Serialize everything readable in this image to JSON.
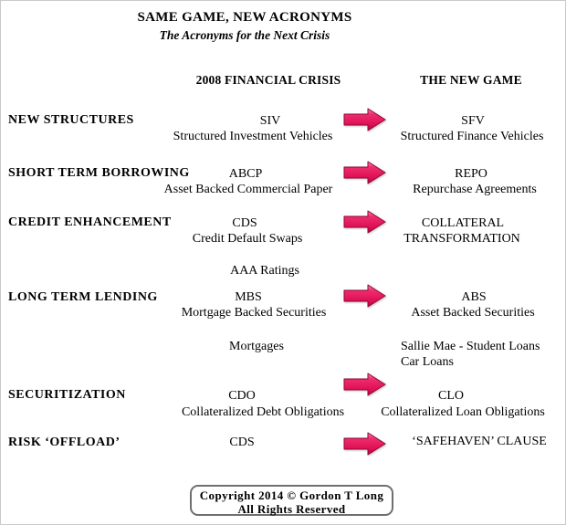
{
  "page": {
    "title": "SAME GAME, NEW ACRONYMS",
    "subtitle": "The Acronyms for the Next Crisis"
  },
  "columns": {
    "old": "2008 FINANCIAL CRISIS",
    "new": "THE NEW GAME"
  },
  "rows": [
    {
      "category": "NEW STRUCTURES",
      "old_acronym": "SIV",
      "old_full": "Structured Investment Vehicles",
      "new_acronym": "SFV",
      "new_full": "Structured Finance Vehicles"
    },
    {
      "category": "SHORT TERM BORROWING",
      "old_acronym": "ABCP",
      "old_full": "Asset Backed Commercial Paper",
      "new_acronym": "REPO",
      "new_full": "Repurchase Agreements"
    },
    {
      "category": "CREDIT ENHANCEMENT",
      "old_acronym": "CDS",
      "old_full": "Credit Default Swaps",
      "new_acronym": "COLLATERAL",
      "new_full": "TRANSFORMATION"
    },
    {
      "category": "LONG TERM LENDING",
      "old_acronym": "MBS",
      "old_full": "Mortgage Backed Securities",
      "new_acronym": "ABS",
      "new_full": "Asset Backed Securities"
    },
    {
      "category": "SECURITIZATION",
      "old_acronym": "CDO",
      "old_full": "Collateralized Debt Obligations",
      "new_acronym": "CLO",
      "new_full": "Collateralized Loan Obligations"
    },
    {
      "category": "RISK ‘OFFLOAD’",
      "old_acronym": "CDS",
      "new_acronym": "‘SAFEHAVEN’ CLAUSE"
    }
  ],
  "annotations": {
    "aaa_ratings": "AAA Ratings",
    "mortgages": "Mortgages",
    "sallie_mae": "Sallie Mae - Student Loans",
    "car_loans": "Car Loans"
  },
  "footer": {
    "line1": "Copyright 2014 © Gordon T Long",
    "line2": "All Rights Reserved"
  },
  "colors": {
    "arrow_main": "#E31B5D",
    "arrow_light": "#FB8AB8",
    "arrow_dark": "#AB0743",
    "arrow_edge": "#90063A",
    "border": "#C9C9C9"
  }
}
